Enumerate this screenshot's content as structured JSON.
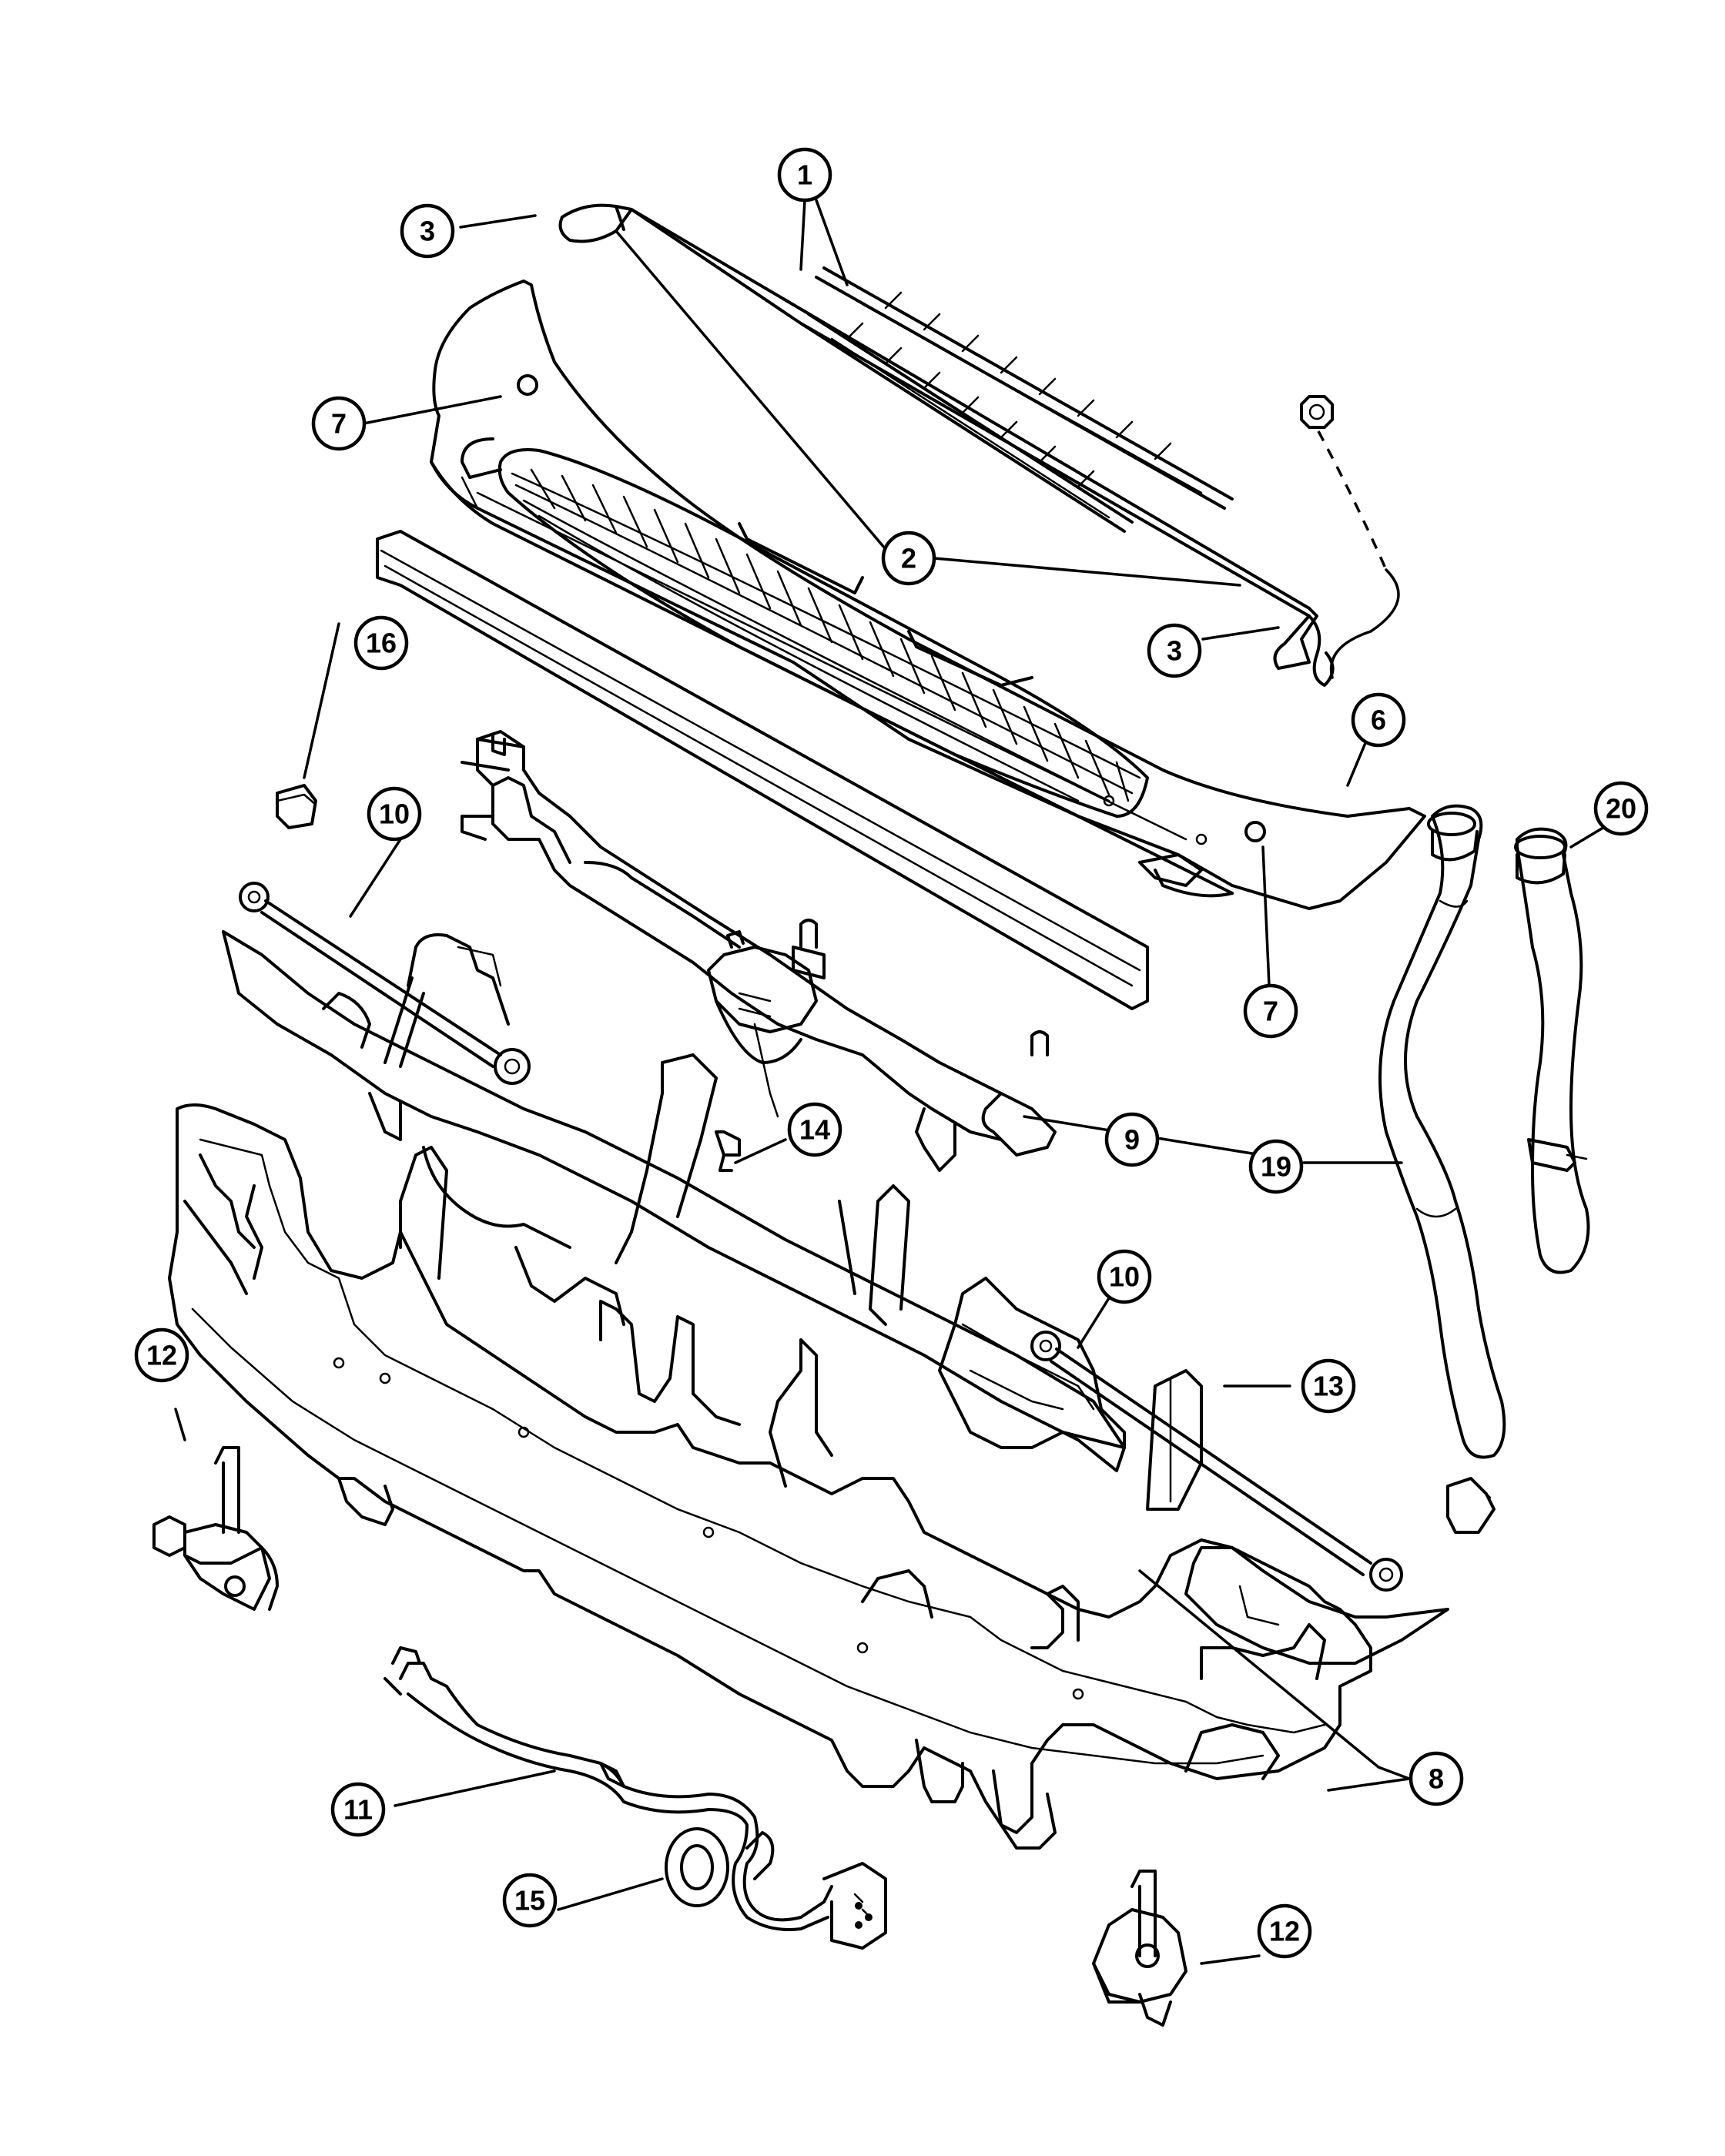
{
  "callouts": [
    {
      "id": "c1",
      "label": "1"
    },
    {
      "id": "c2",
      "label": "2"
    },
    {
      "id": "c3a",
      "label": "3"
    },
    {
      "id": "c3b",
      "label": "3"
    },
    {
      "id": "c6",
      "label": "6"
    },
    {
      "id": "c7a",
      "label": "7"
    },
    {
      "id": "c7b",
      "label": "7"
    },
    {
      "id": "c8",
      "label": "8"
    },
    {
      "id": "c9",
      "label": "9"
    },
    {
      "id": "c10a",
      "label": "10"
    },
    {
      "id": "c10b",
      "label": "10"
    },
    {
      "id": "c11",
      "label": "11"
    },
    {
      "id": "c12a",
      "label": "12"
    },
    {
      "id": "c12b",
      "label": "12"
    },
    {
      "id": "c13",
      "label": "13"
    },
    {
      "id": "c14",
      "label": "14"
    },
    {
      "id": "c15",
      "label": "15"
    },
    {
      "id": "c16",
      "label": "16"
    },
    {
      "id": "c19",
      "label": "19"
    },
    {
      "id": "c20",
      "label": "20"
    }
  ]
}
